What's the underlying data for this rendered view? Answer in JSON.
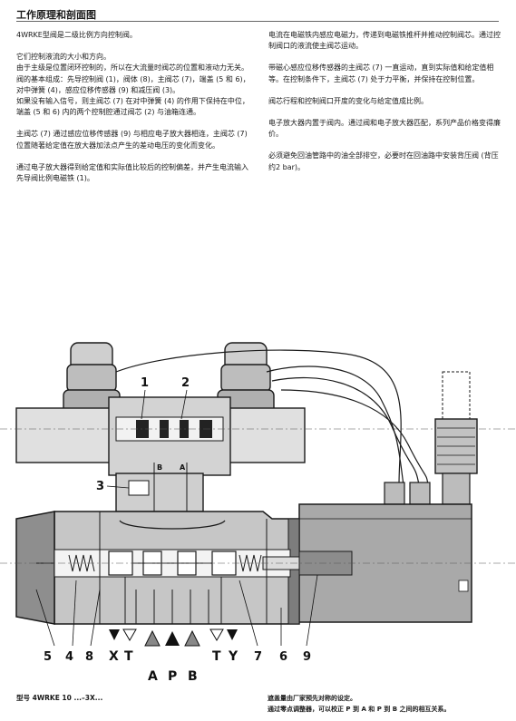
{
  "header": {
    "title": "工作原理和剖面图"
  },
  "left_column": {
    "p1": "4WRKE型阀是二级比例方向控制阀。",
    "p2_lines": [
      "它们控制液流的大小和方向。",
      "由于主级是位置闭环控制的，所以在大流量时阀芯的位置和液动力无关。",
      "阀的基本组成：先导控制阀 (1)，阀体 (8)，主阀芯 (7)，端盖 (5 和 6)，对中弹簧 (4)，感应位移传感器 (9) 和减压阀 (3)。",
      "如果没有输入信号，则主阀芯 (7) 在对中弹簧 (4) 的作用下保持在中位，端盖 (5 和 6) 内的两个控制腔通过阀芯 (2) 与油箱连通。"
    ],
    "p3": "主阀芯 (7) 通过感应位移传感器 (9) 与相应电子放大器相连，主阀芯 (7) 位置随著给定值在放大器加法点产生的差动电压的变化而变化。",
    "p4": "通过电子放大器得到给定值和实际值比较后的控制偏差，并产生电流输入先导阀比例电磁铁 (1)。"
  },
  "right_column": {
    "p1": "电流在电磁铁内感应电磁力，传递到电磁铁推杆并推动控制阀芯。通过控制阀口的液流使主阀芯运动。",
    "p2": "带磁心感应位移传感器的主阀芯 (7) 一直运动，直到实际值和给定值相等。在控制条件下，主阀芯 (7) 处于力平衡，并保持在控制位置。",
    "p3": "阀芯行程和控制阀口开度的变化与给定值成比例。",
    "p4": "电子放大器内置于阀内。通过阀和电子放大器匹配，系列产品价格变得廉价。",
    "p5": "必须避免回油管路中的油全部排空，必要时在回油路中安装背压阀 (背压约2 bar)。"
  },
  "drawing": {
    "callouts": [
      "1",
      "2",
      "3",
      "5",
      "4",
      "8",
      "7",
      "6",
      "9"
    ],
    "ports_upper": [
      "X",
      "T",
      "T",
      "Y"
    ],
    "ports_lower": [
      "A",
      "P",
      "B"
    ],
    "pilot_ports": [
      "B",
      "A"
    ]
  },
  "footer": {
    "type_label": "型号 4WRKE 10 ...–3X...",
    "note_lines": [
      "遮盖量由厂家预先对称的设定。",
      "通过零点调整器，可以校正 P 到 A 和 P 到 B 之间的相互关系。"
    ]
  },
  "colors": {
    "body_fill": "#c8c8c8",
    "dark_fill": "#8a8a8a",
    "light_fill": "#e4e4e4",
    "stroke": "#1a1a1a"
  }
}
